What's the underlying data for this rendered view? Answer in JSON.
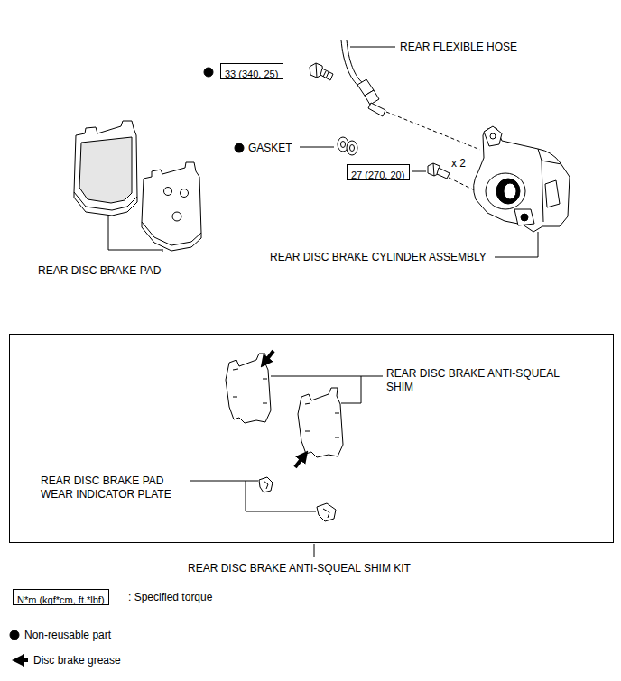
{
  "diagram": {
    "nodes": [
      {
        "text": [
          "33 (340, 25)"
        ]
      },
      {
        "text": [
          "27 (270, 20)"
        ]
      },
      {
        "text": [
          "REAR DISC BRAKE ANTI-SQUEAL SHIM KIT"
        ]
      },
      {
        "text": [
          "N*m (kgf*cm, ft.*lbf)"
        ]
      }
    ],
    "labels": [
      "REAR FLEXIBLE HOSE",
      "GASKET",
      "x 2",
      "REAR DISC BRAKE CYLINDER ASSEMBLY",
      "REAR DISC BRAKE PAD",
      "REAR DISC BRAKE ANTI-SQUEAL SHIM",
      "REAR DISC BRAKE PAD WEAR INDICATOR PLATE"
    ],
    "legend": [
      {
        "text": ": Specified torque"
      },
      {
        "text": "Non-reusable part"
      },
      {
        "text": "Disc brake grease"
      }
    ]
  }
}
